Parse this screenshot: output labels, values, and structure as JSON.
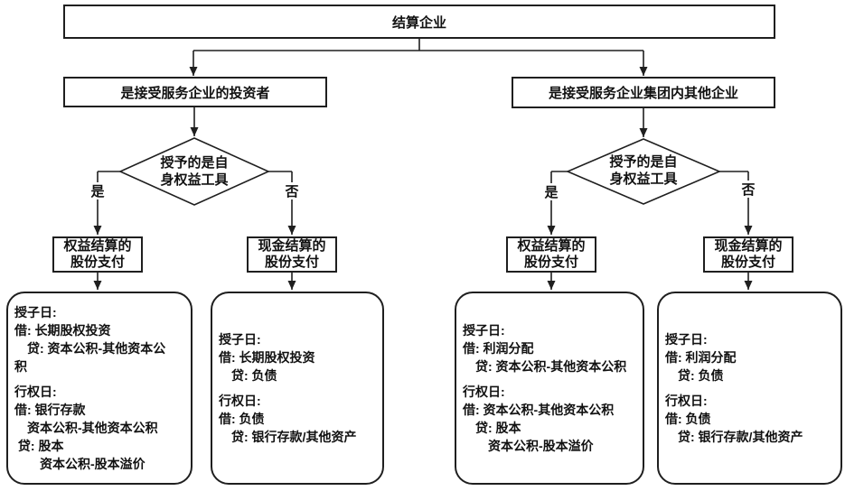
{
  "palette": {
    "line_color": "#1f1f1f",
    "text_color": "#111111",
    "background": "#ffffff"
  },
  "root_box": {
    "label": "结算企业"
  },
  "branches": {
    "left": {
      "label": "是接受服务企业的投资者"
    },
    "right": {
      "label": "是接受服务企业集团内其他企业"
    }
  },
  "decisions": {
    "left": {
      "line1": "授予的是自",
      "line2": "身权益工具",
      "yes": "是",
      "no": "否"
    },
    "right": {
      "line1": "授予的是自",
      "line2": "身权益工具",
      "yes": "是",
      "no": "否"
    }
  },
  "payment_boxes": {
    "left_equity": {
      "line1": "权益结算的",
      "line2": "股份支付"
    },
    "left_cash": {
      "line1": "现金结算的",
      "line2": "股份支付"
    },
    "right_equity": {
      "line1": "权益结算的",
      "line2": "股份支付"
    },
    "right_cash": {
      "line1": "现金结算的",
      "line2": "股份支付"
    }
  },
  "entries": {
    "box1": {
      "l0": "授子日:",
      "l1": "借: 长期股权投资",
      "l2": "　贷: 资本公积-其他资本公",
      "l3": "积",
      "l4": "行权日:",
      "l5": "借: 银行存款",
      "l6": "　资本公积-其他资本公积",
      "l7": " 贷: 股本",
      "l8": "　　资本公积-股本溢价"
    },
    "box2": {
      "l0": "授子日:",
      "l1": "借: 长期股权投资",
      "l2": "　贷: 负债",
      "l3": "行权日:",
      "l4": "借: 负债",
      "l5": "　贷: 银行存款/其他资产"
    },
    "box3": {
      "l0": "授子日:",
      "l1": "借: 利润分配",
      "l2": "　贷: 资本公积-其他资本公积",
      "l3": "行权日:",
      "l4": "借: 资本公积-其他资本公积",
      "l5": "　贷: 股本",
      "l6": "　　资本公积-股本溢价"
    },
    "box4": {
      "l0": "授子日:",
      "l1": "借: 利润分配",
      "l2": "　贷: 负债",
      "l3": "行权日:",
      "l4": "借: 负债",
      "l5": "　贷: 银行存款/其他资产"
    }
  }
}
